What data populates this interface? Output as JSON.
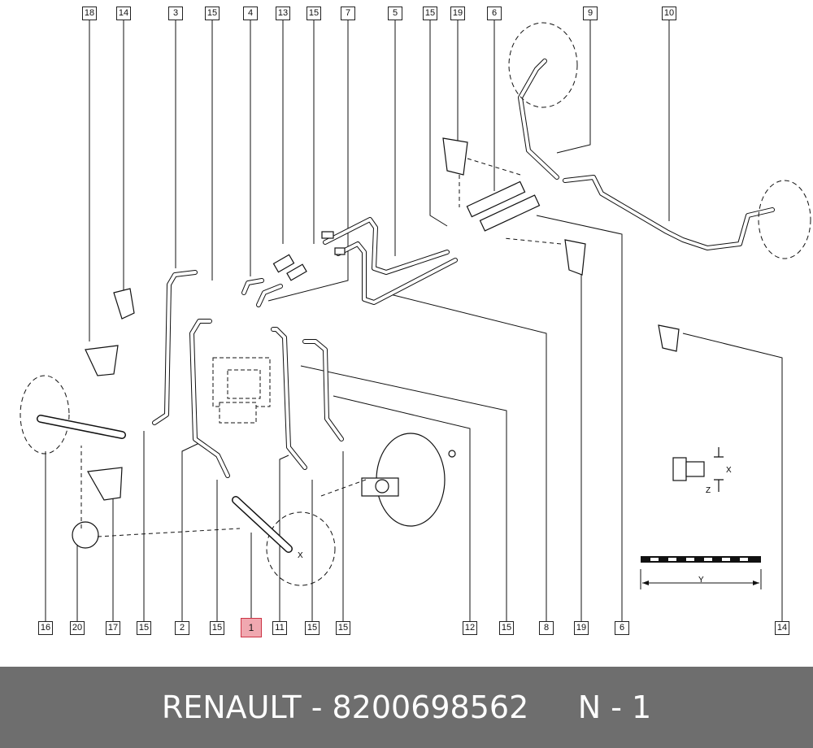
{
  "callouts_top": [
    "18",
    "14",
    "3",
    "15",
    "4",
    "13",
    "15",
    "7",
    "5",
    "15",
    "19",
    "6",
    "9",
    "10"
  ],
  "callouts_bottom": [
    "16",
    "20",
    "17",
    "15",
    "2",
    "15",
    "1",
    "11",
    "15",
    "15",
    "12",
    "15",
    "8",
    "19",
    "6",
    "14"
  ],
  "detail_labels": {
    "x": "X",
    "z": "Z",
    "y": "Y",
    "wheel_x": "X"
  },
  "footer": {
    "brand": "RENAULT",
    "sep": " - ",
    "part_number": "8200698562",
    "gap": "     ",
    "page": "N - 1"
  },
  "colors": {
    "footer_bg": "#6e6e6e",
    "highlight": "#f0a8b0"
  }
}
